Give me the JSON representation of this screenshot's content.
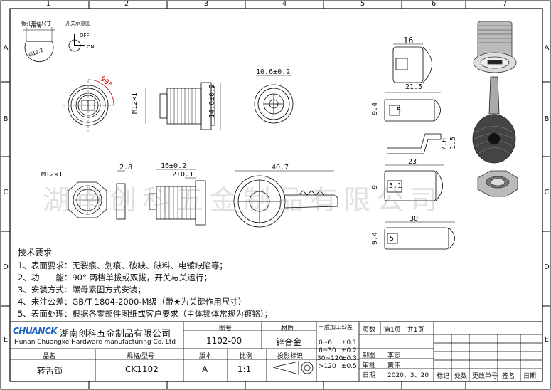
{
  "grid": {
    "columns": [
      "1",
      "2",
      "3",
      "4",
      "5",
      "6",
      "7"
    ],
    "rows": [
      "A",
      "B",
      "C",
      "D",
      "E"
    ]
  },
  "annotations": {
    "hole_label": "钣孔推荐尺寸",
    "switch_label": "开关示意图",
    "off": "OFF",
    "on": "ON",
    "hole_w": "18.8",
    "hole_d": "Ø19.2",
    "angle": "90°"
  },
  "dimensions": {
    "d_16": "16",
    "d_10_6": "10.6±0.2",
    "d_21_5": "21.5",
    "d_m12_v": "M12×1",
    "d_14_6": "14.6±0.2",
    "d_9_4a": "9.4",
    "d_5a": "5",
    "d_1_5": "1.5",
    "d_7_8": "7.8",
    "d_m12_h": "M12×1",
    "d_2_8": "2.8",
    "d_16_02": "16±0.2",
    "d_2_01": "2±0.1",
    "d_40_7": "40.7",
    "d_23": "23",
    "d_9": "9",
    "d_5_1": "5.1",
    "d_30": "30",
    "d_9_4b": "9.4",
    "d_5b": "5"
  },
  "watermark": "湖南创科五金制品有限公司",
  "requirements": {
    "title": "技术要求",
    "items": [
      "1、表面要求：无裂痕、划痕、破缺、缺料、电镀缺陷等；",
      "2、功　　能：90° 两档单拔或双拔，开关与关运行；",
      "3、安装方式：螺母紧固方式安装；",
      "4、未注公差：GB/T 1804-2000-M级（带★为关键作用尺寸）",
      "5、表面处理：根据各零部件图纸或客户要求（主体锁体常规为镀铬）；"
    ]
  },
  "title_block": {
    "logo": "CHUANCK",
    "company_cn": "湖南创科五金制品有限公司",
    "company_en": "Hunan Chuangke Hardware manufacturing Co. Ltd",
    "drawing_no_label": "图号",
    "drawing_no": "1102-00",
    "material_label": "材质",
    "material": "锌合金",
    "tolerance_label": "一般加工公差",
    "tolerances": [
      {
        "range": "0~6",
        "tol": "±0.1"
      },
      {
        "range": "6~30",
        "tol": "±0.2"
      },
      {
        "range": "30~120",
        "tol": "±0.3"
      },
      {
        "range": ">120",
        "tol": "±0.5"
      }
    ],
    "pages_label": "页数",
    "pages_value": "第1页　共1页",
    "product_label": "品名",
    "product": "转舌锁",
    "spec_label": "规格/型号",
    "spec": "CK1102",
    "version_label": "版本",
    "version": "A",
    "scale_label": "比例",
    "scale": "1:1",
    "projection_label": "投影标识",
    "drawn_label": "制图",
    "drawn_by": "李志",
    "review_label": "审批",
    "reviewer": "黄伟",
    "date_label": "日期",
    "date": "2020、3、20",
    "rev_headers": [
      "标记",
      "处数",
      "更改单号",
      "签名",
      "日期"
    ]
  }
}
